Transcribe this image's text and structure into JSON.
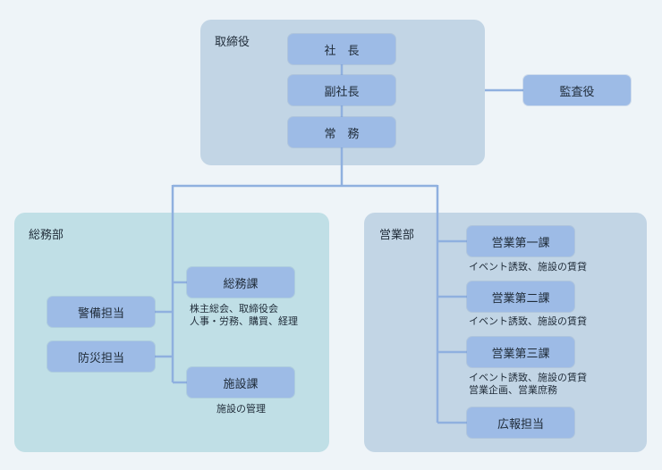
{
  "board": {
    "title": "取締役",
    "president": "社　長",
    "vice_president": "副社長",
    "managing_director": "常　務",
    "auditor": "監査役"
  },
  "general_affairs": {
    "title": "総務部",
    "section": "総務課",
    "section_note_1": "株主総会、取締役会",
    "section_note_2": "人事・労務、購買、経理",
    "security": "警備担当",
    "disaster": "防災担当",
    "facilities": "施設課",
    "facilities_note": "施設の管理"
  },
  "sales": {
    "title": "営業部",
    "sec1": "営業第一課",
    "sec1_note": "イベント誘致、施設の賃貸",
    "sec2": "営業第二課",
    "sec2_note": "イベント誘致、施設の賃貸",
    "sec3": "営業第三課",
    "sec3_note_1": "イベント誘致、施設の賃貸",
    "sec3_note_2": "営業企画、営業庶務",
    "pr": "広報担当"
  },
  "colors": {
    "panel_board": "#c2d5e5",
    "panel_general": "#c0dfe6",
    "box": "#9dbbe6",
    "line": "#8fb0df",
    "background": "#eef4f8"
  }
}
